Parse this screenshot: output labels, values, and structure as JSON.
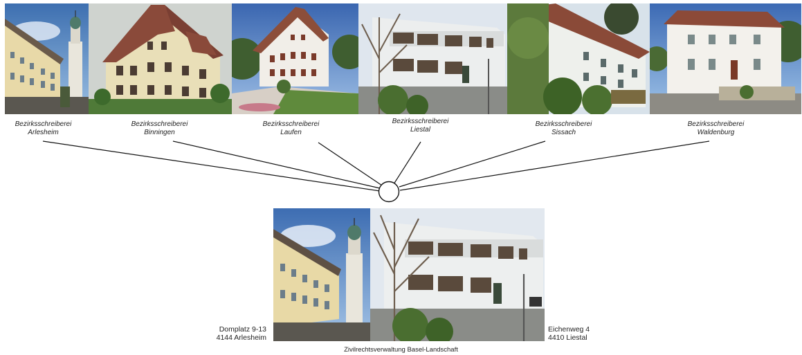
{
  "offices": [
    {
      "line1": "Bezirksschreiberei",
      "line2": "Arlesheim"
    },
    {
      "line1": "Bezirksschreiberei",
      "line2": "Binningen"
    },
    {
      "line1": "Bezirksschreiberei",
      "line2": "Laufen"
    },
    {
      "line1": "Bezirksschreiberei",
      "line2": "Liestal"
    },
    {
      "line1": "Bezirksschreiberei",
      "line2": "Sissach"
    },
    {
      "line1": "Bezirksschreiberei",
      "line2": "Waldenburg"
    }
  ],
  "address_left": {
    "line1": "Domplatz 9-13",
    "line2": "4144 Arlesheim"
  },
  "address_right": {
    "line1": "Eichenweg 4",
    "line2": "4410 Liestal"
  },
  "caption": "Zivilrechtsverwaltung Basel-Landschaft"
}
